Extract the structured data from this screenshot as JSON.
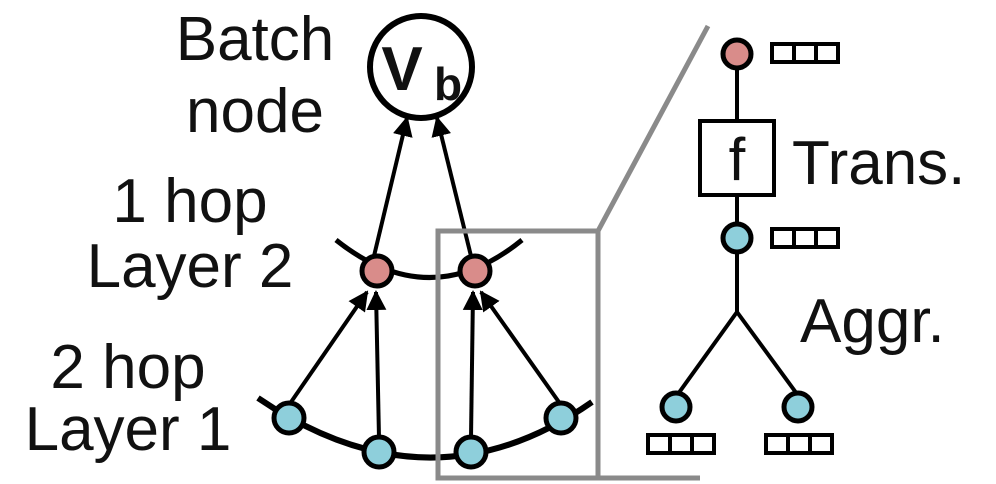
{
  "labels": {
    "batch_line1": "Batch",
    "batch_line2": "node",
    "batch_node_main": "V",
    "batch_node_sub": "b",
    "hop1_line1": "1 hop",
    "hop1_line2": "Layer 2",
    "hop2_line1": "2 hop",
    "hop2_line2": "Layer 1",
    "transform_box": "f",
    "transform_label": "Trans.",
    "aggregate_label": "Aggr."
  },
  "colors": {
    "layer2_node": "#d98c8a",
    "layer1_node": "#8ecfdb",
    "stroke": "#000000",
    "zoom_frame": "#8a8a8a"
  }
}
